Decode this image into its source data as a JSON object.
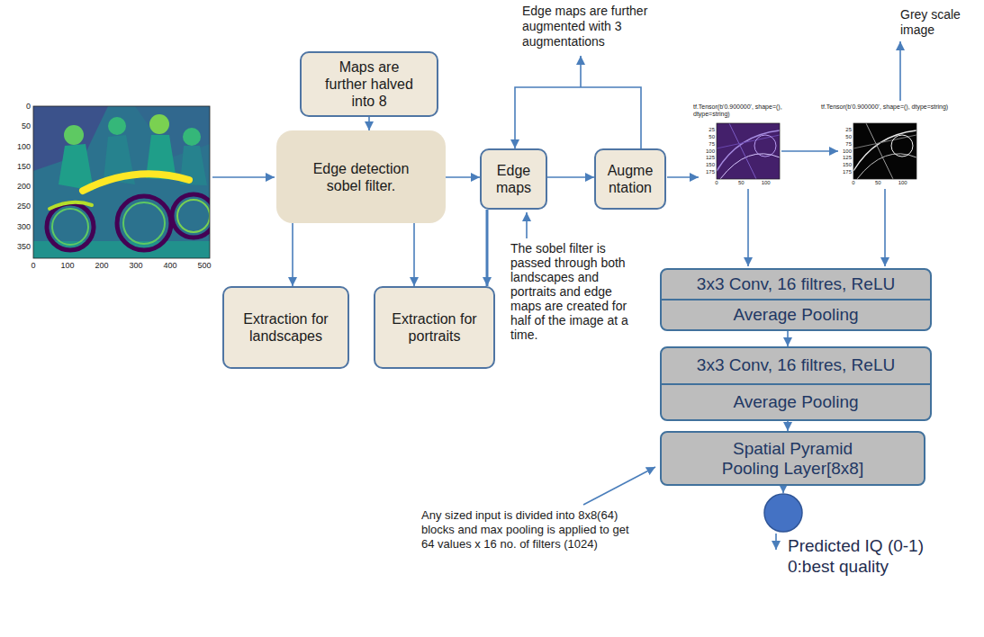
{
  "diagram": {
    "nodes": [
      {
        "text": [
          "Maps are further halved into 8"
        ]
      },
      {
        "text": [
          "Edge detection sobel filter."
        ]
      },
      {
        "text": [
          "Extraction for landscapes"
        ]
      },
      {
        "text": [
          "Extraction for portraits"
        ]
      },
      {
        "text": [
          "Edge maps"
        ]
      },
      {
        "text": [
          "Augme ntation"
        ]
      },
      {
        "text": [
          "3x3 Conv, 16 filtres, ReLU",
          "Average Pooling"
        ]
      },
      {
        "text": [
          "3x3 Conv, 16 filtres, ReLU",
          "Average Pooling"
        ]
      },
      {
        "text": [
          "Spatial Pyramid Pooling Layer[8x8]"
        ]
      },
      {
        "text": [
          "Predicted IQ (0-1)",
          "0:best quality"
        ]
      }
    ],
    "edges": [
      {
        "from": 0,
        "to": 1,
        "arrow": "to"
      },
      {
        "from": 1,
        "to": 2,
        "arrow": "to"
      },
      {
        "from": 1,
        "to": 3,
        "arrow": "to"
      },
      {
        "from": 1,
        "to": 4,
        "arrow": "to"
      },
      {
        "from": 4,
        "to": 3,
        "arrow": "to"
      },
      {
        "from": 4,
        "to": 5,
        "arrow": "to"
      },
      {
        "from": 5,
        "to": 4,
        "arrow": "to"
      },
      {
        "from": 6,
        "to": 7,
        "arrow": "to"
      },
      {
        "from": 7,
        "to": 8,
        "arrow": "to"
      },
      {
        "from": 8,
        "to": 9,
        "arrow": "to"
      }
    ],
    "labels": [
      "Edge maps are further augmented with 3 augmentations",
      "Grey scale image",
      "The sobel filter is passed through both landscapes and portraits and edge maps are created for half of the image at a time.",
      "Any sized input is divided into 8x8(64) blocks and max pooling is applied to get 64 values x 16 no. of filters (1024)",
      "tf.Tensor(b'0.900000', shape=(), dtype=string)",
      "tf.Tensor(b'0.900000', shape=(), dtype=string)",
      "0",
      "50",
      "100",
      "150",
      "200",
      "250",
      "300",
      "350",
      "0",
      "100",
      "200",
      "300",
      "400",
      "500",
      "25",
      "50",
      "75",
      "100",
      "125",
      "150",
      "175",
      "0",
      "50",
      "100",
      "25",
      "50",
      "75",
      "100",
      "125",
      "150",
      "175",
      "0",
      "50",
      "100"
    ]
  }
}
